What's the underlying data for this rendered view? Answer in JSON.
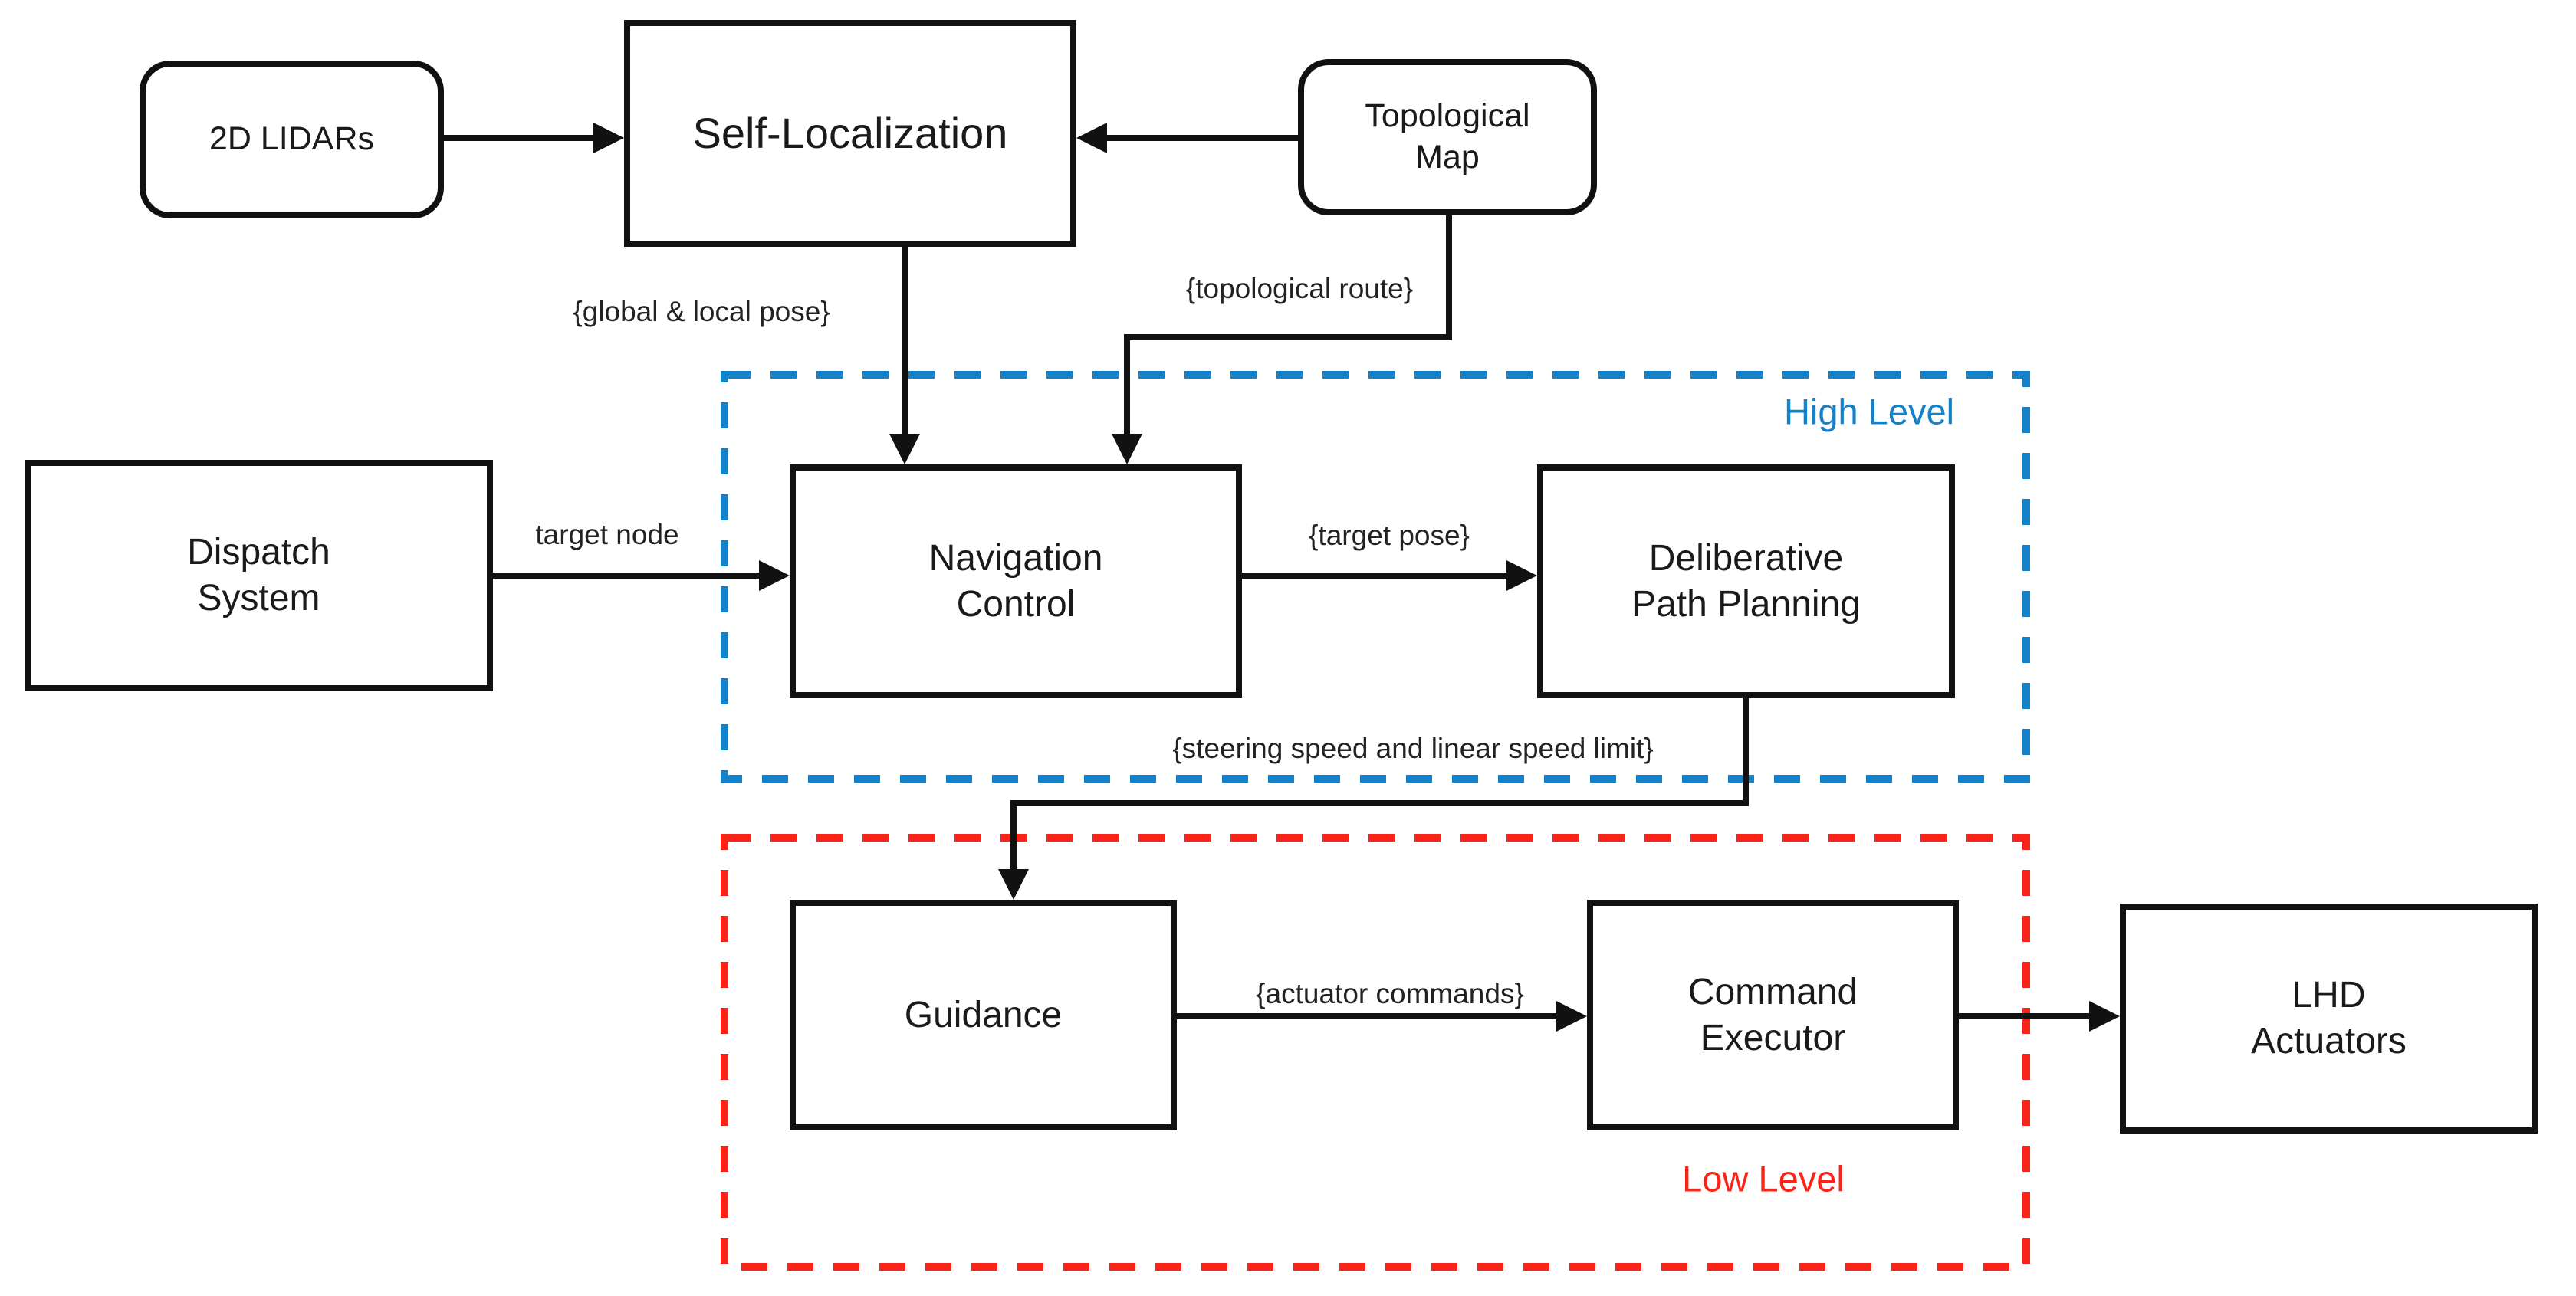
{
  "diagram": {
    "type": "block-diagram",
    "nodes": {
      "lidars": {
        "label": "2D LIDARs",
        "shape": "rounded"
      },
      "selfloc": {
        "label": "Self-Localization",
        "shape": "rect"
      },
      "topomap": {
        "label": "Topological\nMap",
        "shape": "rounded"
      },
      "dispatch": {
        "label": "Dispatch\nSystem",
        "shape": "rect"
      },
      "navctrl": {
        "label": "Navigation\nControl",
        "shape": "rect"
      },
      "dpp": {
        "label": "Deliberative\nPath Planning",
        "shape": "rect"
      },
      "guidance": {
        "label": "Guidance",
        "shape": "rect"
      },
      "cmdexec": {
        "label": "Command\nExecutor",
        "shape": "rect"
      },
      "lhd": {
        "label": "LHD\nActuators",
        "shape": "rect"
      }
    },
    "edge_labels": {
      "global_local_pose": "{global & local pose}",
      "topological_route": "{topological route}",
      "target_node": "target node",
      "target_pose": "{target pose}",
      "steering_speed": "{steering speed and linear speed limit}",
      "actuator_commands": "{actuator commands}"
    },
    "groups": {
      "high": {
        "label": "High Level"
      },
      "low": {
        "label": "Low Level"
      }
    },
    "colors": {
      "high_level": "#1581C9",
      "low_level": "#FB2318",
      "line": "#111111"
    }
  }
}
